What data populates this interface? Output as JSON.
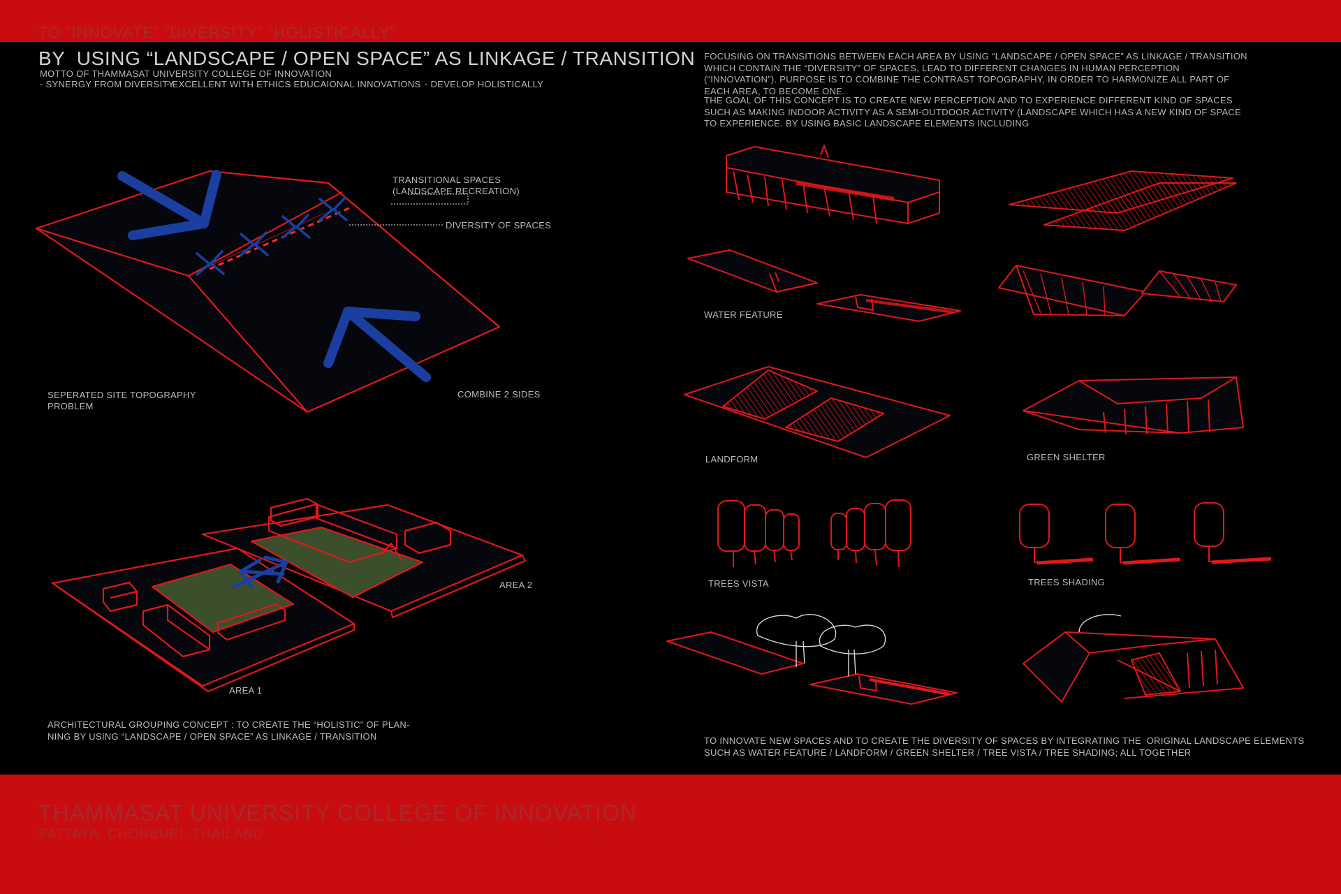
{
  "header": {
    "tagline": "TO “INNOVATE” “DIVERSITY” “HOLISTICALLY”",
    "title": "BY  USING “LANDSCAPE / OPEN SPACE” AS LINKAGE / TRANSITION",
    "motto_heading": "MOTTO OF THAMMASAT UNIVERSITY COLLEGE OF INNOVATION",
    "motto_items": [
      "- SYNERGY FROM DIVERSITY",
      "- EXCELLENT WITH ETHICS",
      "- EDUCAIONAL INNOVATIONS",
      "- DEVELOP HOLISTICALLY"
    ]
  },
  "intro": {
    "p1": "FOCUSING ON TRANSITIONS BETWEEN EACH AREA BY USING “LANDSCAPE / OPEN SPACE” AS LINKAGE / TRANSITION WHICH CONTAIN THE “DIVERSITY” OF SPACES, LEAD TO DIFFERENT CHANGES IN HUMAN PERCEPTION (“INNOVATION”). PURPOSE IS TO COMBINE THE CONTRAST TOPOGRAPHY, IN ORDER TO HARMONIZE ALL PART OF EACH AREA, TO BECOME ONE.",
    "p2": "THE GOAL OF THIS CONCEPT IS TO CREATE NEW PERCEPTION AND TO EXPERIENCE DIFFERENT KIND OF SPACES SUCH AS MAKING INDOOR ACTIVITY AS A SEMI-OUTDOOR ACTIVITY (LANDSCAPE WHICH HAS A NEW KIND OF SPACE TO EXPERIENCE. BY USING BASIC LANDSCAPE ELEMENTS INCLUDING"
  },
  "site_diagram": {
    "callout_transitional": "TRANSITIONAL SPACES\n(LANDSCAPE RECREATION)",
    "callout_diversity": "DIVERSITY OF SPACES",
    "label_problem": "SEPERATED SITE TOPOGRAPHY\nPROBLEM",
    "label_combine": "COMBINE 2 SIDES"
  },
  "grouping_diagram": {
    "area1": "AREA 1",
    "area2": "AREA 2",
    "caption": "ARCHITECTURAL GROUPING CONCEPT : TO CREATE THE “HOLISTIC” OF PLAN-\nNING BY USING “LANDSCAPE / OPEN SPACE” AS LINKAGE / TRANSITION"
  },
  "elements": {
    "water": "WATER FEATURE",
    "landform": "LANDFORM",
    "shelter": "GREEN SHELTER",
    "vista": "TREES VISTA",
    "shading": "TREES SHADING"
  },
  "summary": "TO INNOVATE NEW SPACES AND TO CREATE THE DIVERSITY OF SPACES BY INTEGRATING THE  ORIGINAL LANDSCAPE ELEMENTS\nSUCH AS WATER FEATURE / LANDFORM / GREEN SHELTER / TREE VISTA / TREE SHADING; ALL TOGETHER",
  "footer": {
    "title": "THAMMASAT UNIVERSITY COLLEGE OF INNOVATION",
    "subtitle": "PATTAYA, CHONBURI, THAILAND"
  },
  "colors": {
    "band_red": "#c90c10",
    "sketch_red": "#e01818",
    "arrow_blue": "#1a3fa0",
    "green_fill": "#3c4f2c"
  }
}
